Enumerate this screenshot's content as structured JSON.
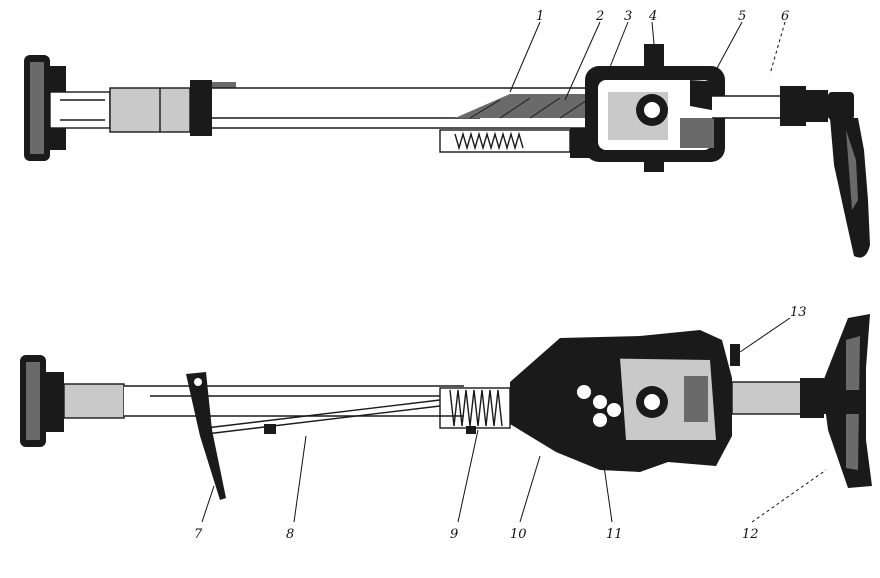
{
  "figure": {
    "top_view_labels": [
      "1",
      "2",
      "3",
      "4",
      "5",
      "6"
    ],
    "bottom_view_labels": [
      "7",
      "8",
      "9",
      "10",
      "11",
      "12",
      "13"
    ]
  }
}
